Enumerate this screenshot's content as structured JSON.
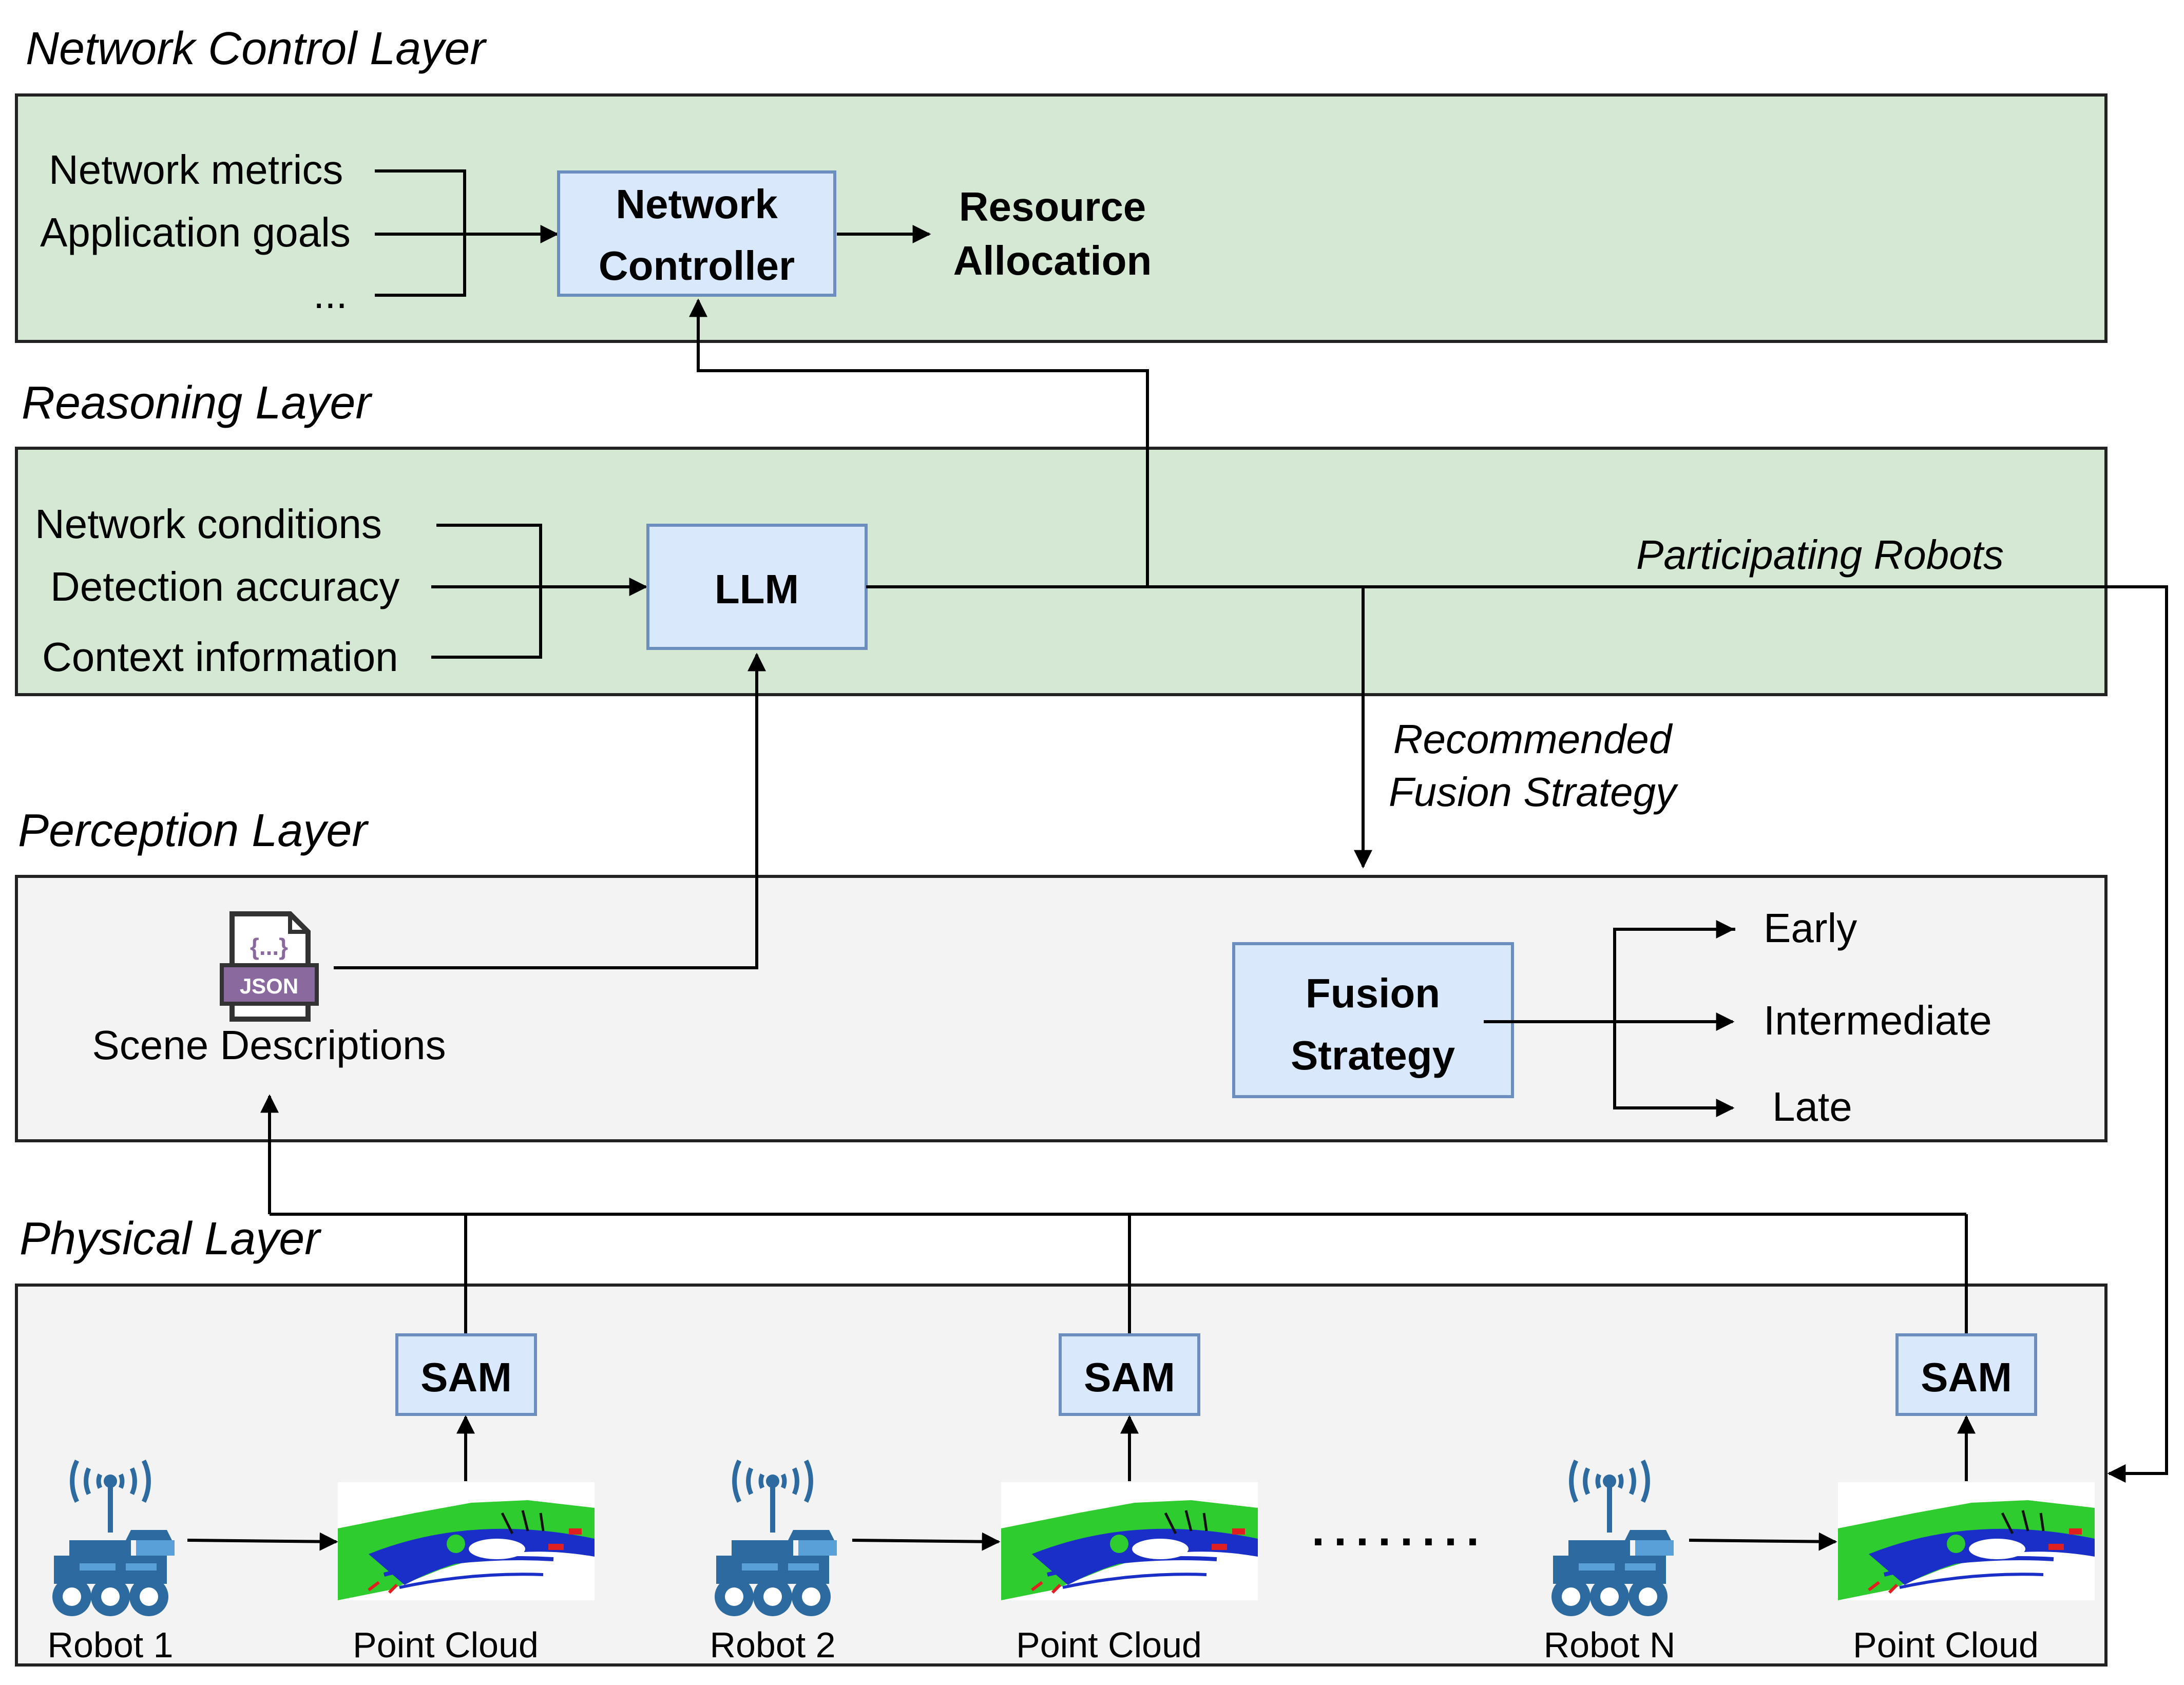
{
  "layers": {
    "network_control": "Network Control Layer",
    "reasoning": "Reasoning Layer",
    "perception": "Perception Layer",
    "physical": "Physical Layer"
  },
  "network_control": {
    "inputs": [
      "Network metrics",
      "Application goals",
      "..."
    ],
    "controller_line1": "Network",
    "controller_line2": "Controller",
    "output_line1": "Resource",
    "output_line2": "Allocation"
  },
  "reasoning": {
    "inputs": [
      "Network conditions",
      "Detection accuracy",
      "Context information"
    ],
    "llm": "LLM",
    "participating": "Participating Robots",
    "recommended_line1": "Recommended",
    "recommended_line2": "Fusion Strategy"
  },
  "perception": {
    "json_tag": "JSON",
    "json_braces": "{...}",
    "scene": "Scene Descriptions",
    "fusion_line1": "Fusion",
    "fusion_line2": "Strategy",
    "options": [
      "Early",
      "Intermediate",
      "Late"
    ]
  },
  "physical": {
    "sam": "SAM",
    "robots": [
      "Robot 1",
      "Robot 2",
      "Robot N"
    ],
    "point_cloud": "Point Cloud",
    "dots": "........"
  },
  "colors": {
    "green_layer": "#d5e8d4",
    "grey_layer": "#f3f3f3",
    "blue_box": "#dae8fc",
    "robot_blue": "#2d6a9f",
    "json_purple": "#8a6a9e"
  }
}
